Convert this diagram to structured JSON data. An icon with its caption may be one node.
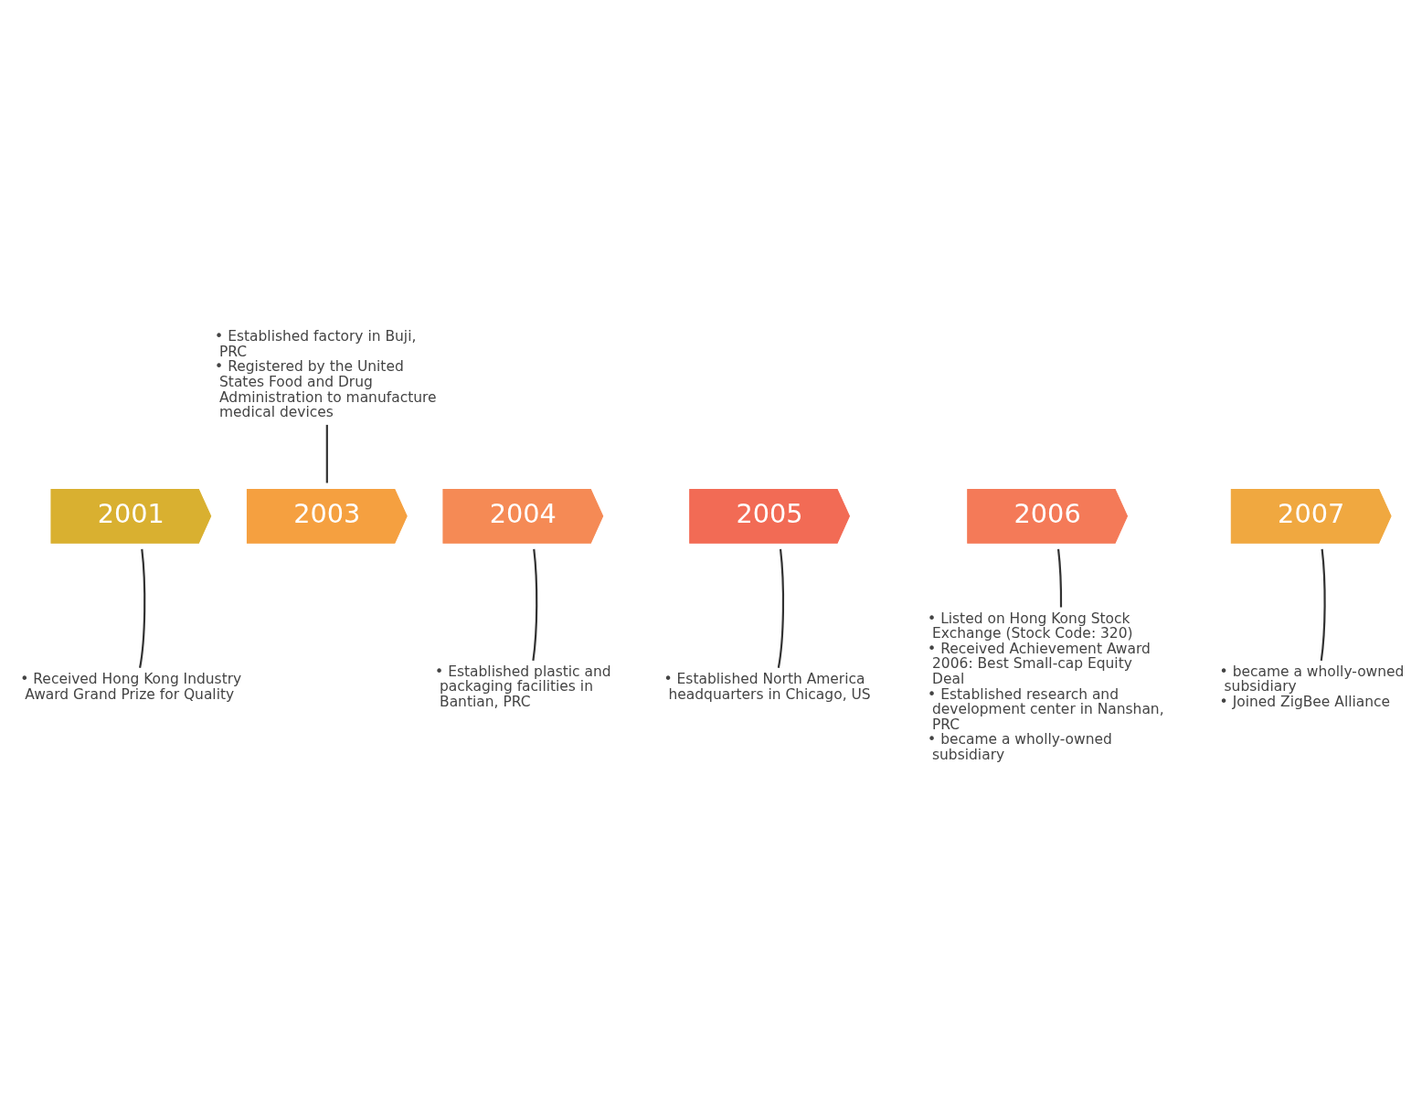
{
  "diagram": {
    "nodes": [
      {
        "text": [
          "2001"
        ]
      },
      {
        "text": [
          "2003"
        ]
      },
      {
        "text": [
          "2004"
        ]
      },
      {
        "text": [
          "2005"
        ]
      },
      {
        "text": [
          "2006"
        ]
      },
      {
        "text": [
          "2007"
        ]
      },
      {
        "text": [
          "• Established factory in Buji, PRC",
          "• Registered by the United States Food and Drug Administration to manufacture medical devices"
        ]
      },
      {
        "text": [
          "• Received Hong Kong Industry Award Grand Prize for Quality"
        ]
      },
      {
        "text": [
          "• Established plastic and packaging facilities in Bantian, PRC"
        ]
      },
      {
        "text": [
          "• Established North America headquarters in Chicago, US"
        ]
      },
      {
        "text": [
          "• Listed on Hong Kong Stock Exchange (Stock Code: 320)",
          "• Received Achievement Award 2006: Best Small-cap Equity Deal",
          "• Established research and development center in Nanshan, PRC",
          "• became a wholly-owned subsidiary"
        ]
      },
      {
        "text": [
          "• became a wholly-owned subsidiary",
          "• Joined ZigBee Alliance"
        ]
      }
    ],
    "edges": [
      {
        "from": 6,
        "to": 1,
        "arrow": "none"
      },
      {
        "from": 7,
        "to": 0,
        "arrow": "none"
      },
      {
        "from": 8,
        "to": 2,
        "arrow": "none"
      },
      {
        "from": 9,
        "to": 3,
        "arrow": "none"
      },
      {
        "from": 10,
        "to": 4,
        "arrow": "none"
      },
      {
        "from": 11,
        "to": 5,
        "arrow": "none"
      }
    ]
  }
}
